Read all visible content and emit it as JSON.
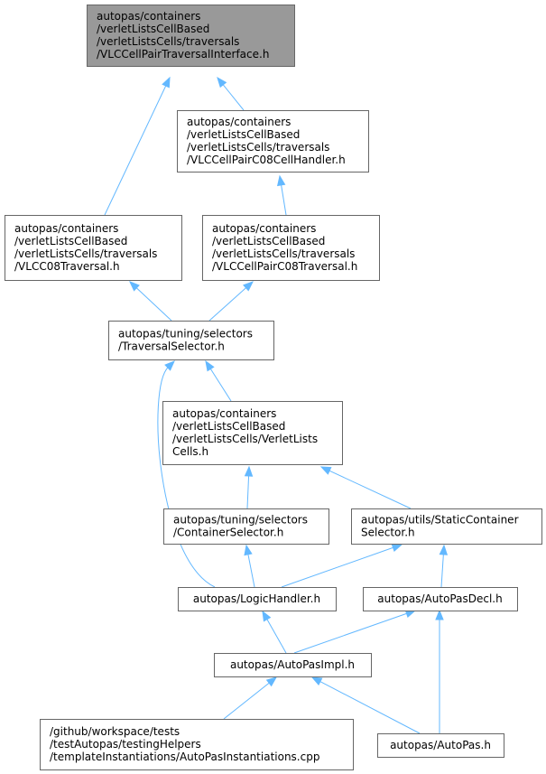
{
  "nodes": [
    {
      "id": "vlc-interface",
      "root": true,
      "lines": [
        "autopas/containers",
        "/verletListsCellBased",
        "/verletListsCells/traversals",
        "/VLCCellPairTraversalInterface.h"
      ]
    },
    {
      "id": "vlc-c08-handler",
      "lines": [
        "autopas/containers",
        "/verletListsCellBased",
        "/verletListsCells/traversals",
        "/VLCCellPairC08CellHandler.h"
      ]
    },
    {
      "id": "vlc-c08-traversal",
      "lines": [
        "autopas/containers",
        "/verletListsCellBased",
        "/verletListsCells/traversals",
        "/VLCC08Traversal.h"
      ]
    },
    {
      "id": "vlc-pair-c08-traversal",
      "lines": [
        "autopas/containers",
        "/verletListsCellBased",
        "/verletListsCells/traversals",
        "/VLCCellPairC08Traversal.h"
      ]
    },
    {
      "id": "traversal-selector",
      "lines": [
        "autopas/tuning/selectors",
        "/TraversalSelector.h"
      ]
    },
    {
      "id": "verlet-lists-cells",
      "lines": [
        "autopas/containers",
        "/verletListsCellBased",
        "/verletListsCells/VerletLists",
        "Cells.h"
      ]
    },
    {
      "id": "container-selector",
      "lines": [
        "autopas/tuning/selectors",
        "/ContainerSelector.h"
      ]
    },
    {
      "id": "static-container-selector",
      "lines": [
        "autopas/utils/StaticContainer",
        "Selector.h"
      ]
    },
    {
      "id": "logic-handler",
      "lines": [
        "autopas/LogicHandler.h"
      ]
    },
    {
      "id": "autopas-decl",
      "lines": [
        "autopas/AutoPasDecl.h"
      ]
    },
    {
      "id": "autopas-impl",
      "lines": [
        "autopas/AutoPasImpl.h"
      ]
    },
    {
      "id": "autopas-instantiations",
      "lines": [
        "/github/workspace/tests",
        "/testAutopas/testingHelpers",
        "/templateInstantiations/AutoPasInstantiations.cpp"
      ]
    },
    {
      "id": "autopas-h",
      "lines": [
        "autopas/AutoPas.h"
      ]
    }
  ],
  "edges": [
    {
      "from": "vlc-c08-handler",
      "to": "vlc-interface"
    },
    {
      "from": "vlc-c08-traversal",
      "to": "vlc-interface"
    },
    {
      "from": "vlc-pair-c08-traversal",
      "to": "vlc-c08-handler"
    },
    {
      "from": "traversal-selector",
      "to": "vlc-c08-traversal"
    },
    {
      "from": "traversal-selector",
      "to": "vlc-pair-c08-traversal"
    },
    {
      "from": "verlet-lists-cells",
      "to": "traversal-selector"
    },
    {
      "from": "logic-handler",
      "to": "traversal-selector"
    },
    {
      "from": "container-selector",
      "to": "verlet-lists-cells"
    },
    {
      "from": "static-container-selector",
      "to": "verlet-lists-cells"
    },
    {
      "from": "logic-handler",
      "to": "container-selector"
    },
    {
      "from": "logic-handler",
      "to": "static-container-selector"
    },
    {
      "from": "autopas-decl",
      "to": "static-container-selector"
    },
    {
      "from": "autopas-impl",
      "to": "logic-handler"
    },
    {
      "from": "autopas-impl",
      "to": "autopas-decl"
    },
    {
      "from": "autopas-h",
      "to": "autopas-decl"
    },
    {
      "from": "autopas-instantiations",
      "to": "autopas-impl"
    },
    {
      "from": "autopas-h",
      "to": "autopas-impl"
    }
  ],
  "colors": {
    "edge": "#63b8ff",
    "node_border": "#666666",
    "root_fill": "#999999",
    "node_fill": "#ffffff"
  }
}
